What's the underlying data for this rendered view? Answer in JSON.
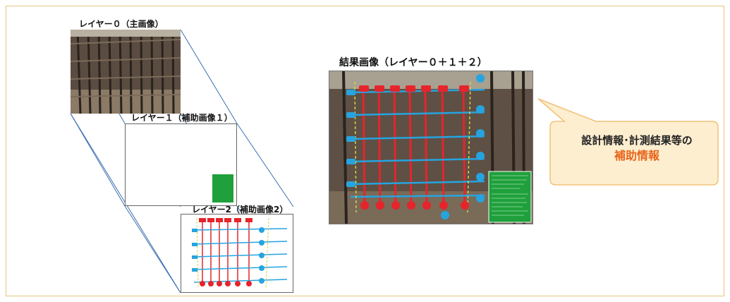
{
  "layer0_label": "レイヤー０（主画像）",
  "layer1_label": "レイヤー１（補助画像１）",
  "layer2_label": "レイヤー2（補助画像2）",
  "result_label": "結果画像（レイヤー０＋１＋２）",
  "callout": {
    "line1": "設計情報･計測結果等の",
    "line2": "補助情報"
  },
  "colors": {
    "frame": "#e2c77a",
    "red_mark": "#e6242b",
    "blue_mark": "#26a4e0",
    "info_panel": "#1fa03c",
    "callout_fill": "#fdeecf",
    "callout_border": "#f2c27a",
    "highlight_text": "#e8651a"
  }
}
